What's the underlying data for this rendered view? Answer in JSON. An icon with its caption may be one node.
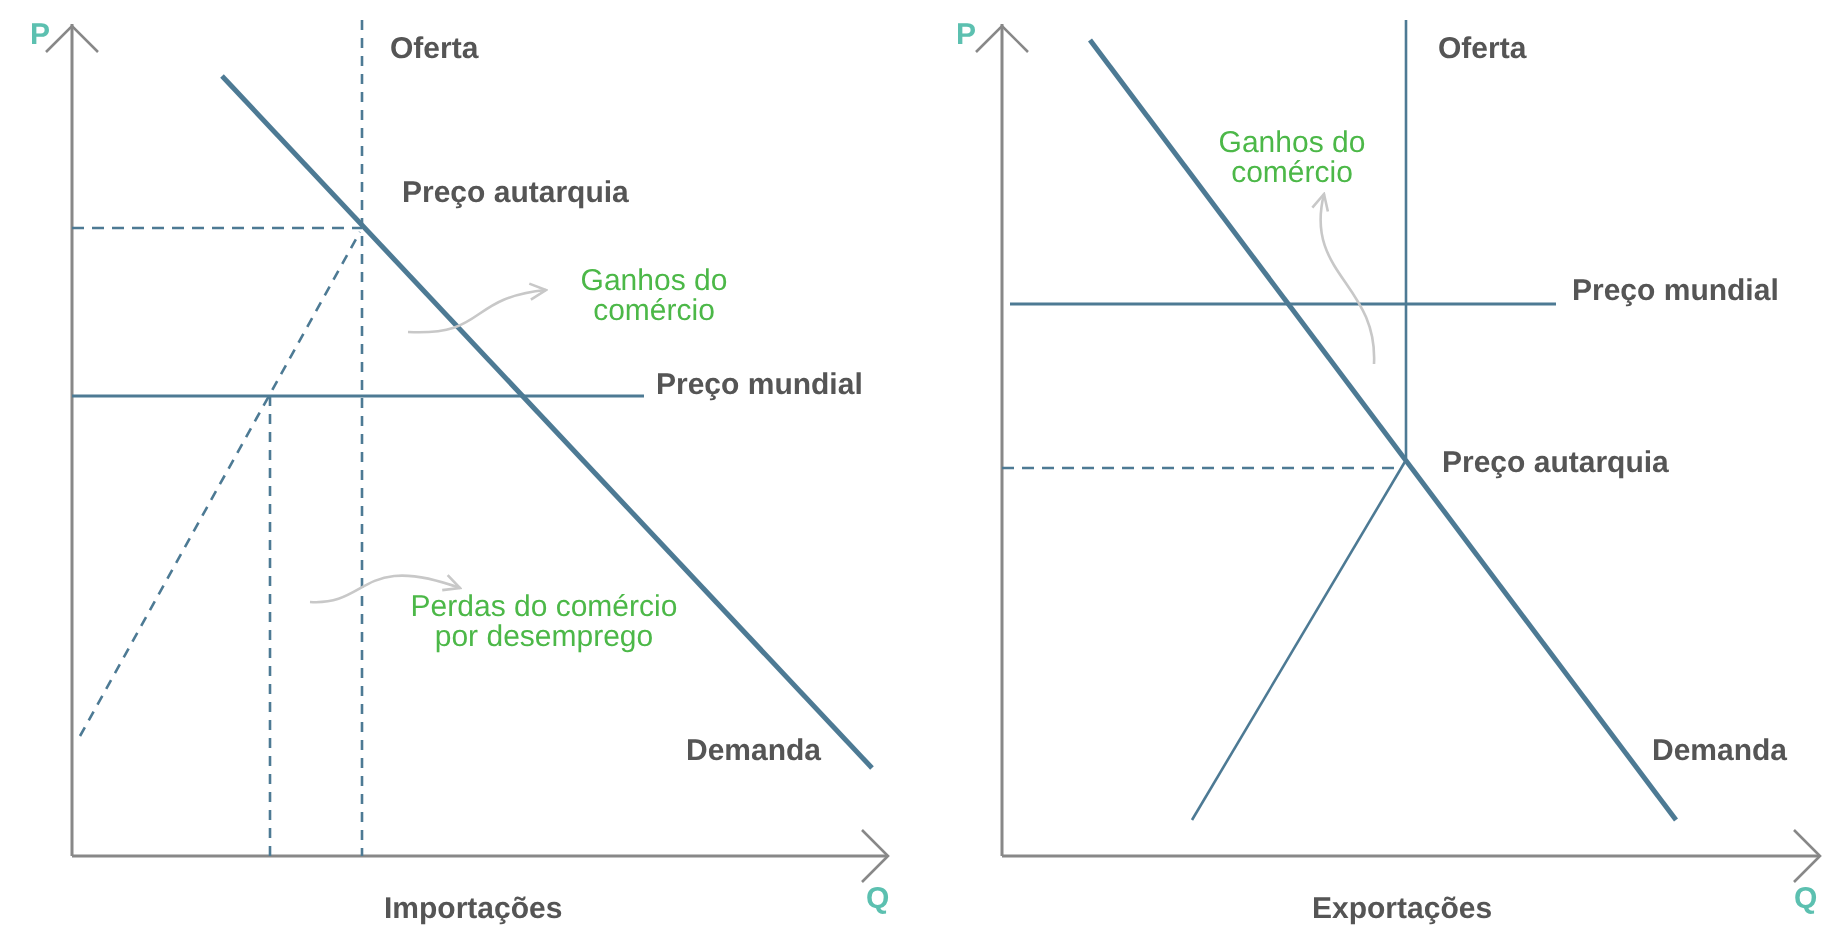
{
  "diagram": {
    "nodes": [
      {
        "text": [
          "Ganhos do comércio"
        ]
      },
      {
        "text": [
          "Perdas do comércio por desemprego"
        ]
      },
      {
        "text": [
          "Ganhos do comércio"
        ]
      }
    ],
    "edges": [
      {
        "from": null,
        "to": 0,
        "arrow": "to"
      },
      {
        "from": null,
        "to": 1,
        "arrow": "to"
      },
      {
        "from": null,
        "to": 2,
        "arrow": "to"
      }
    ],
    "labels": [
      "P",
      "Oferta",
      "Preço autarquia",
      "Preço mundial",
      "Demanda",
      "Q",
      "Importações",
      "P",
      "Oferta",
      "Preço mundial",
      "Preço autarquia",
      "Demanda",
      "Q",
      "Exportações"
    ]
  }
}
